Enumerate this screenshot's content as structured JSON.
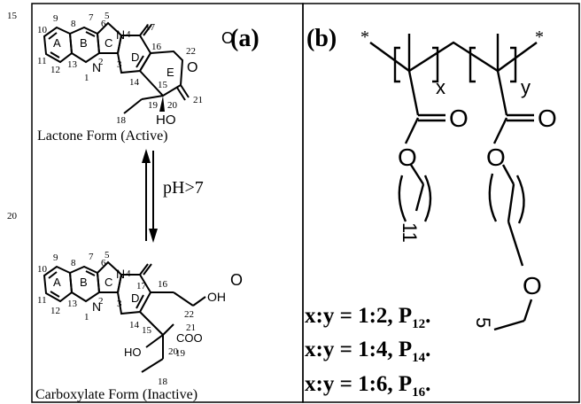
{
  "line_numbers": [
    "15",
    "20"
  ],
  "panel_a": {
    "label": "(a)",
    "lactone_caption": "Lactone Form (Active)",
    "carboxylate_caption": "Carboxylate Form (Inactive)",
    "equilibrium_label": "pH>7",
    "ring_labels": [
      "A",
      "B",
      "C",
      "D",
      "E"
    ],
    "lactone_atoms": [
      "10",
      "9",
      "8",
      "7",
      "6",
      "5",
      "4",
      "17",
      "11",
      "12",
      "13",
      "2",
      "1",
      "3",
      "16",
      "22",
      "14",
      "15",
      "O",
      "19",
      "20",
      "21",
      "18",
      "HO",
      "O",
      "N",
      "N"
    ],
    "carboxylate_atoms": [
      "10",
      "9",
      "8",
      "7",
      "6",
      "5",
      "4",
      "17",
      "11",
      "12",
      "13",
      "2",
      "1",
      "3",
      "16",
      "22",
      "14",
      "15",
      "21",
      "20",
      "19",
      "18",
      "HO",
      "COO",
      "OH",
      "O",
      "N",
      "N"
    ]
  },
  "panel_b": {
    "label": "(b)",
    "subscript_x": "x",
    "subscript_y": "y",
    "chain_n1": "11",
    "chain_n2": "5",
    "ratios": [
      {
        "text": "x:y = 1:2, P",
        "sub": "12",
        "end": "."
      },
      {
        "text": "x:y = 1:4, P",
        "sub": "14",
        "end": "."
      },
      {
        "text": "x:y = 1:6, P",
        "sub": "16",
        "end": "."
      }
    ]
  }
}
